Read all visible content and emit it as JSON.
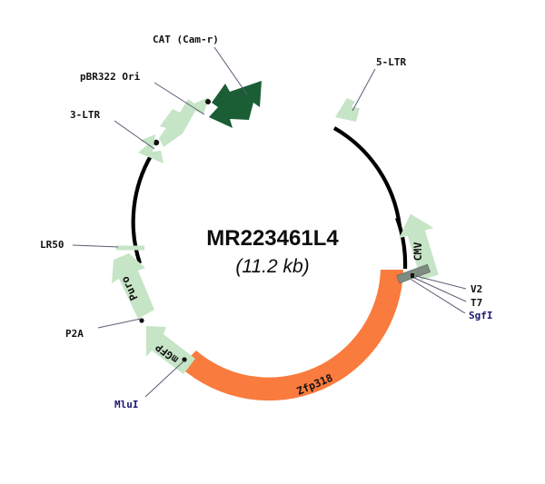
{
  "plasmid": {
    "name": "MR223461L4",
    "size": "(11.2 kb)",
    "backbone_color": "#000000"
  },
  "colors": {
    "light_green": "#c6e4c6",
    "dark_green": "#1b5e36",
    "orange": "#f97b3d",
    "grey_box": "#7e8b80",
    "enzyme_blue": "#191970",
    "leader_line": "#5b5b73",
    "text_black": "#111111"
  },
  "features": [
    {
      "id": "cat",
      "label": "CAT (Cam-r)",
      "color": "#1b5e36",
      "shape": "arrow",
      "inner_label": ""
    },
    {
      "id": "pbr322",
      "label": "pBR322 Ori",
      "color": "#c6e4c6",
      "shape": "arrow",
      "inner_label": ""
    },
    {
      "id": "3ltr",
      "label": "3-LTR",
      "color": "#c6e4c6",
      "shape": "arrow",
      "inner_label": ""
    },
    {
      "id": "5ltr",
      "label": "5-LTR",
      "color": "#c6e4c6",
      "shape": "arrow",
      "inner_label": ""
    },
    {
      "id": "cmv",
      "label": "CMV",
      "color": "#c6e4c6",
      "shape": "arrow",
      "inner_label": "CMV"
    },
    {
      "id": "zfp318",
      "label": "Zfp318",
      "color": "#f97b3d",
      "shape": "arc",
      "inner_label": "Zfp318"
    },
    {
      "id": "mgfp",
      "label": "mGFP",
      "color": "#c6e4c6",
      "shape": "arrow",
      "inner_label": "mGFP"
    },
    {
      "id": "puro",
      "label": "Puro",
      "color": "#c6e4c6",
      "shape": "arrow",
      "inner_label": "Puro"
    },
    {
      "id": "lr50",
      "label": "LR50",
      "color": "#c6e4c6",
      "shape": "tick",
      "inner_label": ""
    },
    {
      "id": "p2a",
      "label": "P2A",
      "color": "#111111",
      "shape": "marker",
      "inner_label": ""
    },
    {
      "id": "greybox",
      "label": "",
      "color": "#7e8b80",
      "shape": "box",
      "inner_label": ""
    }
  ],
  "labels": {
    "cat": "CAT (Cam-r)",
    "pbr322": "pBR322 Ori",
    "ltr3": "3-LTR",
    "ltr5": "5-LTR",
    "cmv": "CMV",
    "zfp318": "Zfp318",
    "mgfp": "mGFP",
    "puro": "Puro",
    "lr50": "LR50",
    "p2a": "P2A"
  },
  "enzymes": [
    {
      "name": "V2",
      "color": "#111111"
    },
    {
      "name": "T7",
      "color": "#111111"
    },
    {
      "name": "SgfI",
      "color": "#191970"
    },
    {
      "name": "MluI",
      "color": "#191970"
    }
  ],
  "enzyme_labels": {
    "v2": "V2",
    "t7": "T7",
    "sgfi": "SgfI",
    "mlui": "MluI"
  }
}
